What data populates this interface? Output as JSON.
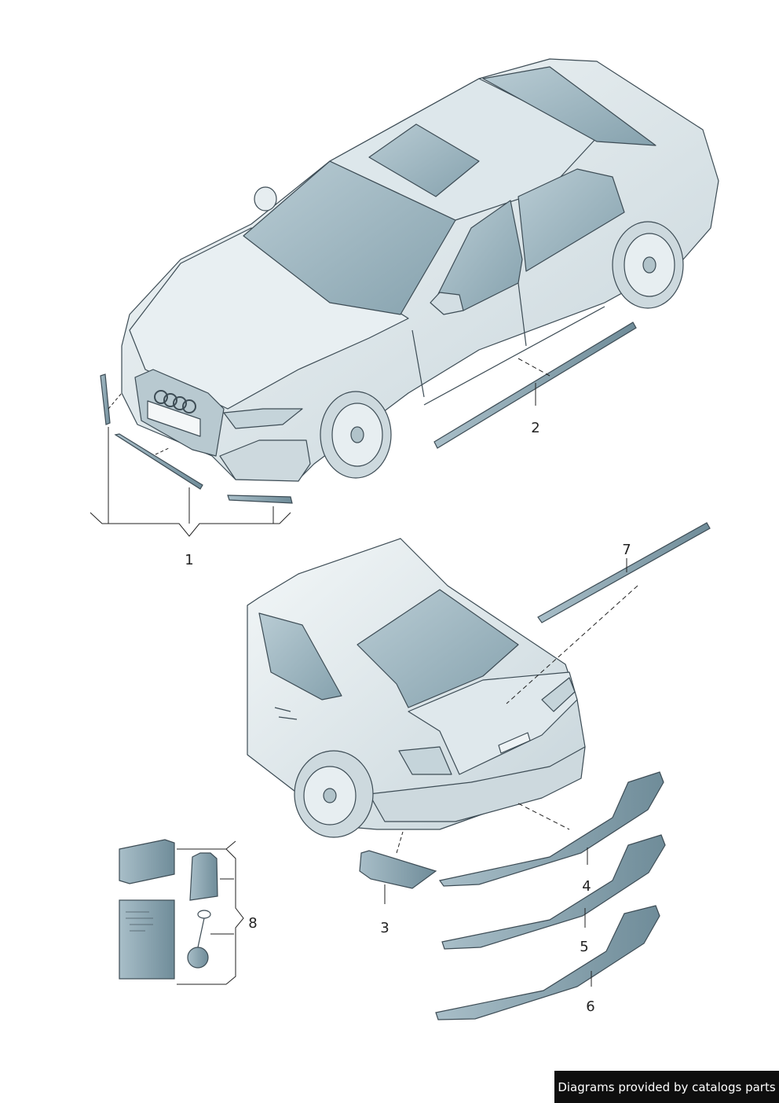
{
  "diagram": {
    "callouts": [
      {
        "id": "1",
        "label": "1"
      },
      {
        "id": "2",
        "label": "2"
      },
      {
        "id": "3",
        "label": "3"
      },
      {
        "id": "4",
        "label": "4"
      },
      {
        "id": "5",
        "label": "5"
      },
      {
        "id": "6",
        "label": "6"
      },
      {
        "id": "7",
        "label": "7"
      },
      {
        "id": "8",
        "label": "8"
      }
    ]
  },
  "footer": {
    "credit": "Diagrams provided by catalogs parts"
  },
  "colors": {
    "body_light": "#e6edf0",
    "body_mid": "#c9d7dd",
    "glass": "#9db7c2",
    "part_fill": "#88a3af",
    "outline": "#3d4c55",
    "credit_bg": "#0e0e0e"
  }
}
